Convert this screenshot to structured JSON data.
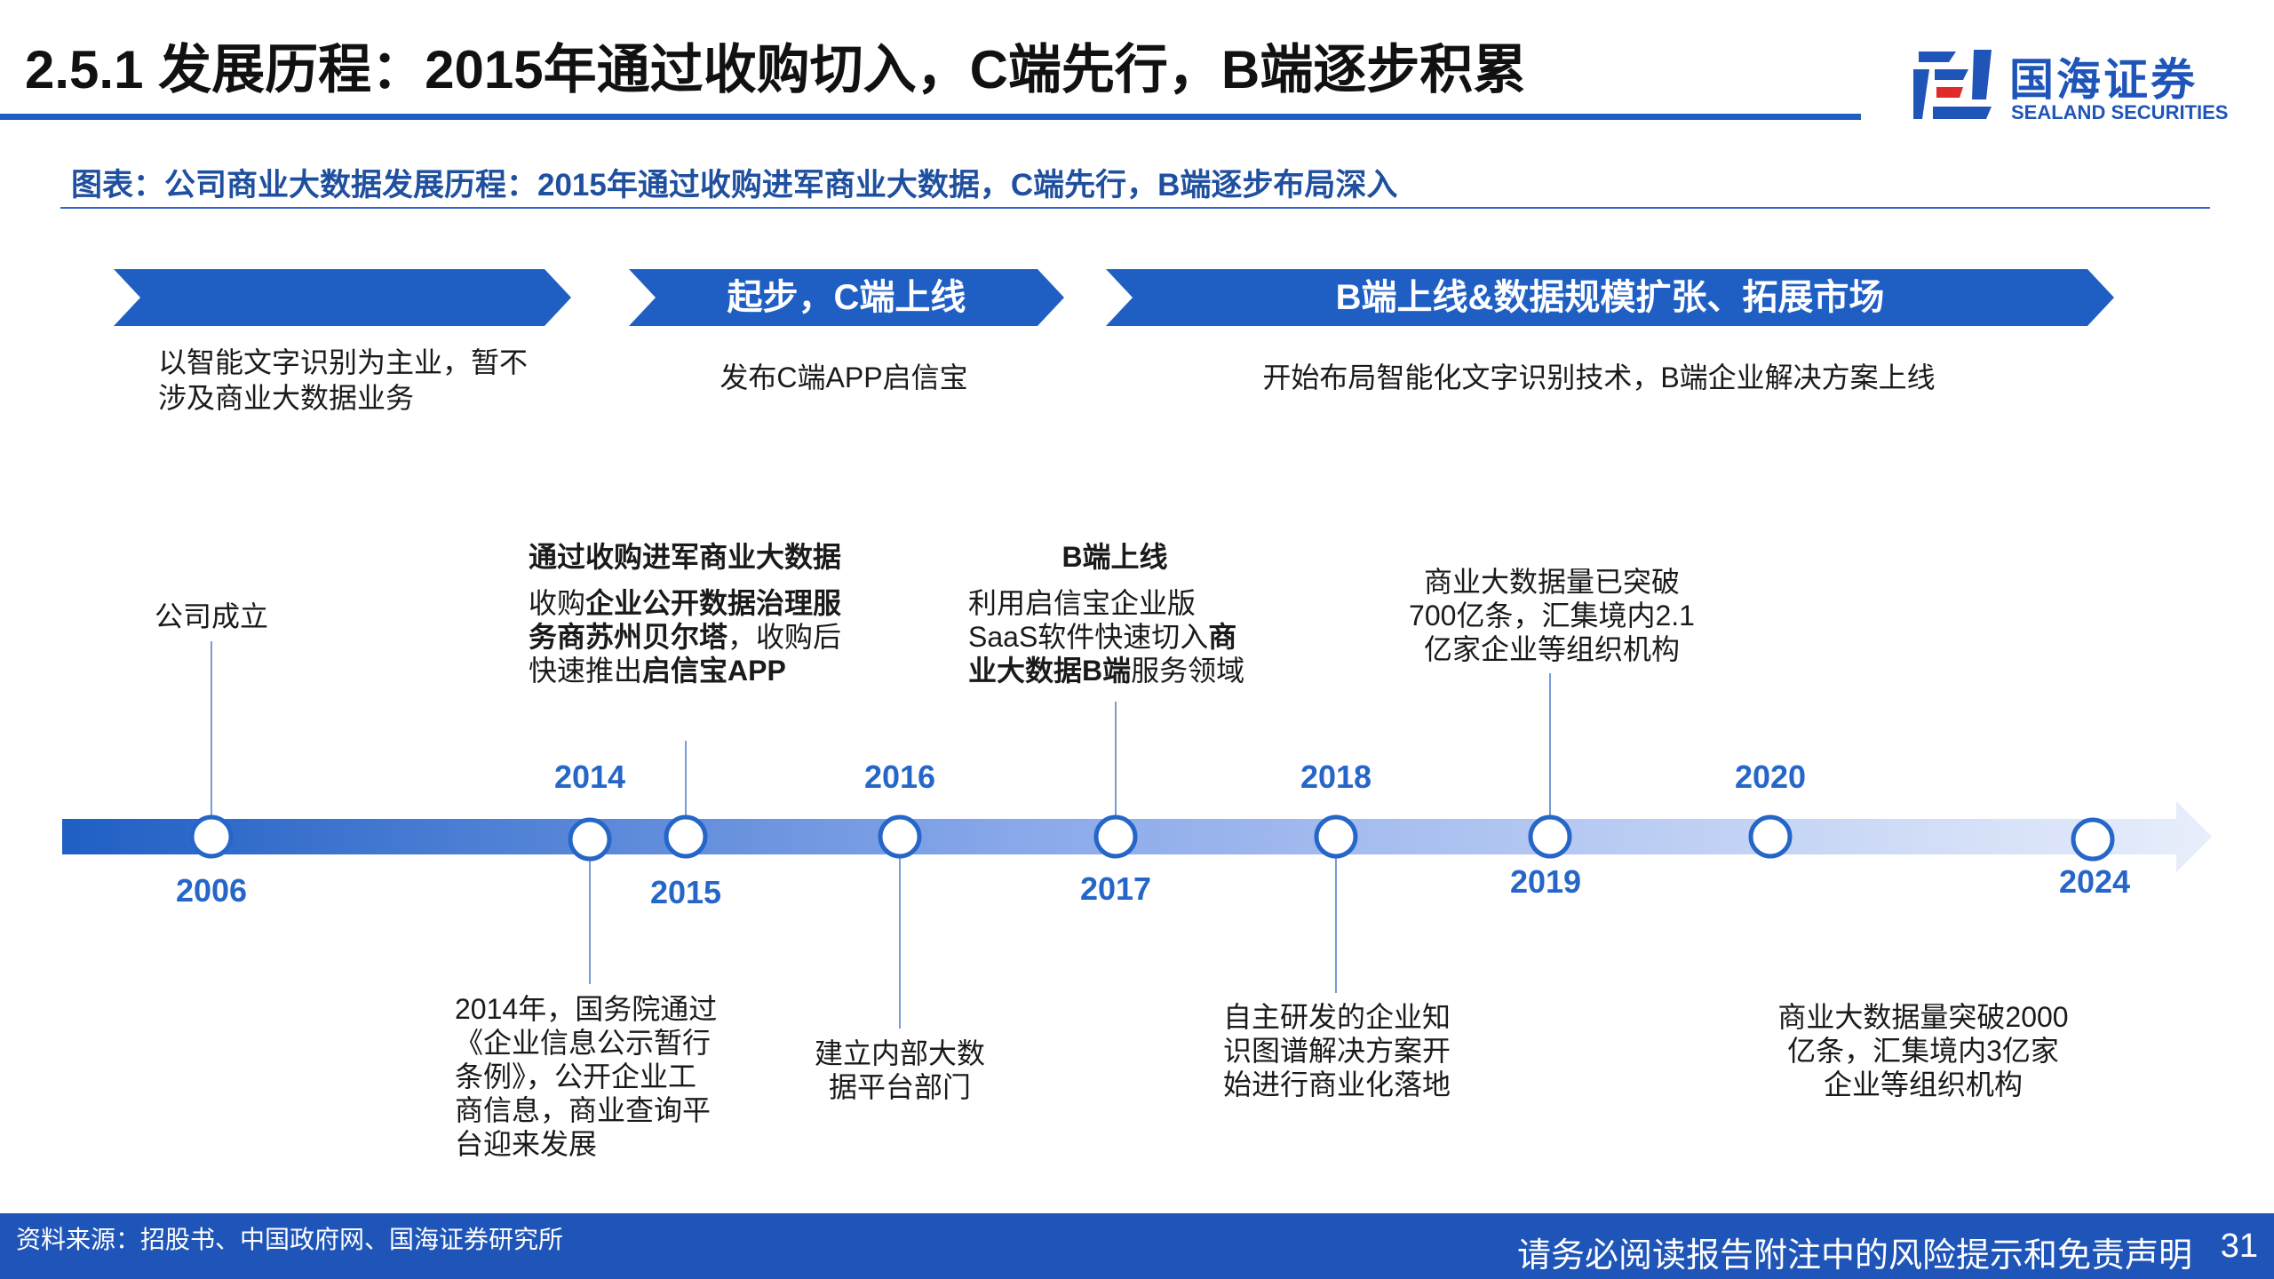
{
  "slide": {
    "title": "2.5.1 发展历程：2015年通过收购切入，C端先行，B端逐步积累",
    "subtitle": "图表：公司商业大数据发展历程：2015年通过收购进军商业大数据，C端先行，B端逐步布局深入",
    "logo": {
      "cn": "国海证券",
      "en": "SEALAND SECURITIES"
    },
    "source": "资料来源：招股书、中国政府网、国海证券研究所",
    "disclaimer": "请务必阅读报告附注中的风险提示和免责声明",
    "page_number": "31"
  },
  "phases": [
    {
      "label": "",
      "desc": "以智能文字识别为主业，暂不涉及商业大数据业务"
    },
    {
      "label": "起步，C端上线",
      "desc": "发布C端APP启信宝"
    },
    {
      "label": "B端上线&数据规模扩张、拓展市场",
      "desc": "开始布局智能化文字识别技术，B端企业解决方案上线"
    }
  ],
  "years": [
    "2006",
    "2014",
    "2015",
    "2016",
    "2017",
    "2018",
    "2019",
    "2020",
    "2024"
  ],
  "events": {
    "e2006": {
      "text": "公司成立"
    },
    "e2015": {
      "heading": "通过收购进军商业大数据",
      "p1": "收购",
      "b1": "企业公开数据治理服务商苏州贝尔塔",
      "p2": "，收购后快速推出",
      "b2": "启信宝APP"
    },
    "e2017": {
      "heading": "B端上线",
      "p1": "利用启信宝企业版SaaS软件快速切入",
      "b1": "商业大数据B端",
      "p2": "服务领域"
    },
    "e2019": {
      "text": "商业大数据量已突破700亿条，汇集境内2.1亿家企业等组织机构"
    },
    "e2014": {
      "text": "2014年，国务院通过《企业信息公示暂行条例》，公开企业工商信息，商业查询平台迎来发展"
    },
    "e2016": {
      "text": "建立内部大数据平台部门"
    },
    "e2018": {
      "text": "自主研发的企业知识图谱解决方案开始进行商业化落地"
    },
    "e2024": {
      "text": "商业大数据量突破2000亿条，汇集境内3亿家企业等组织机构"
    }
  },
  "colors": {
    "brand_blue": "#1f55b8",
    "year_blue": "#2566c8",
    "arrow_start": "#1f5fc4",
    "arrow_end": "#e8eefb"
  }
}
